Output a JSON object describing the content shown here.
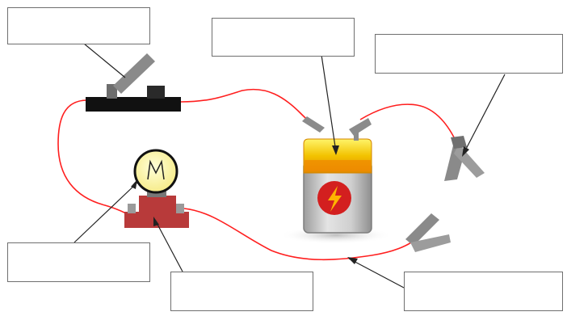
{
  "diagram": {
    "labels": [
      {
        "id": "switch",
        "text": ""
      },
      {
        "id": "battery",
        "text": ""
      },
      {
        "id": "clip",
        "text": ""
      },
      {
        "id": "bulb",
        "text": ""
      },
      {
        "id": "bulb-holder",
        "text": ""
      },
      {
        "id": "wire",
        "text": ""
      }
    ]
  },
  "colors": {
    "background": "#dde6f3",
    "canvas": "#ffffff",
    "wire": "#ff1f1f",
    "switch_base": "#111111",
    "metal": "#8a8a8a",
    "battery_top": "#f2c200",
    "battery_body": "#c9c9c9",
    "battery_badge": "#d31f1f",
    "bolt": "#ffb400",
    "bulb_holder": "#b83a3a",
    "bulb_glass": "#fff8b0"
  }
}
